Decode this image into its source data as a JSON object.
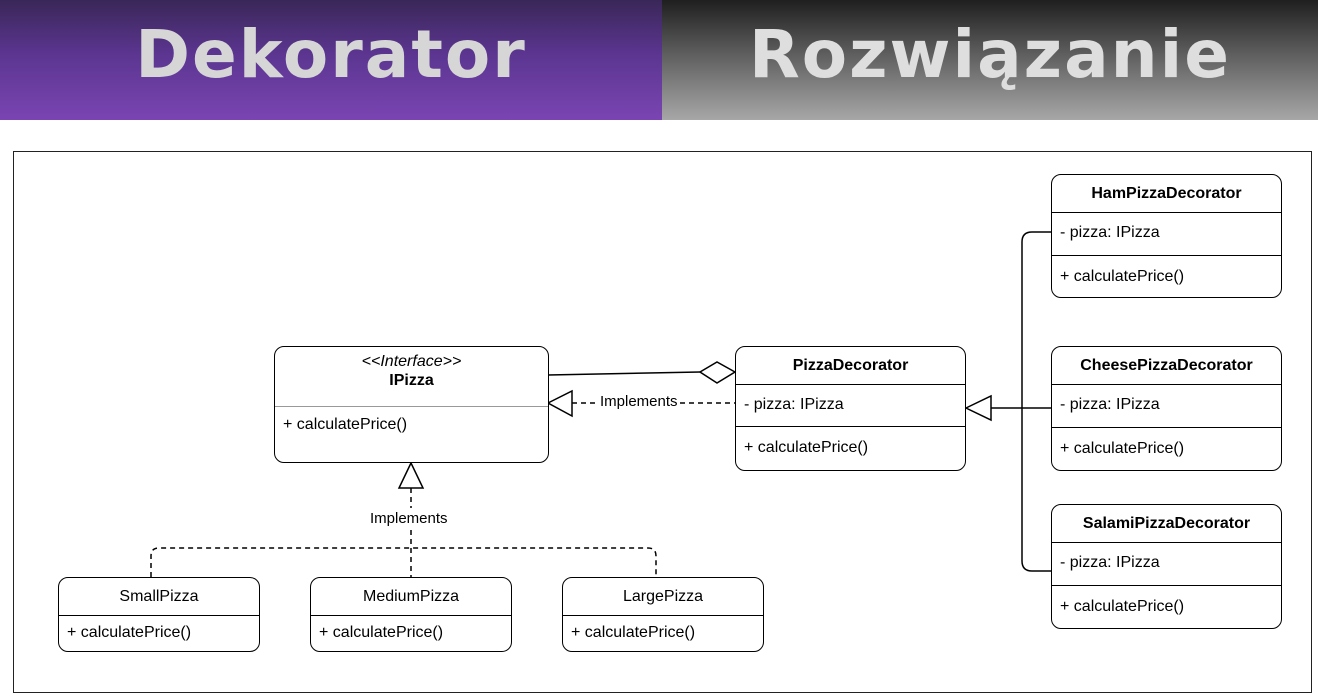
{
  "header": {
    "left_title": "Dekorator",
    "right_title": "Rozwiązanie"
  },
  "diagram": {
    "ipizza": {
      "stereotype": "<<Interface>>",
      "name": "IPizza",
      "method": "+ calculatePrice()"
    },
    "pizza_decorator": {
      "name": "PizzaDecorator",
      "field": "- pizza: IPizza",
      "method": "+ calculatePrice()"
    },
    "ham": {
      "name": "HamPizzaDecorator",
      "field": "- pizza: IPizza",
      "method": "+ calculatePrice()"
    },
    "cheese": {
      "name": "CheesePizzaDecorator",
      "field": "- pizza: IPizza",
      "method": "+ calculatePrice()"
    },
    "salami": {
      "name": "SalamiPizzaDecorator",
      "field": "- pizza: IPizza",
      "method": "+ calculatePrice()"
    },
    "small": {
      "name": "SmallPizza",
      "method": "+ calculatePrice()"
    },
    "medium": {
      "name": "MediumPizza",
      "method": "+ calculatePrice()"
    },
    "large": {
      "name": "LargePizza",
      "method": "+ calculatePrice()"
    },
    "implements_label_h": "Implements",
    "implements_label_v": "Implements"
  }
}
